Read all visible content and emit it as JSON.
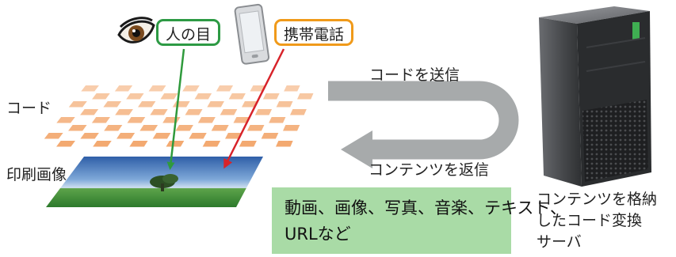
{
  "labels": {
    "human_eye": "人の目",
    "mobile_phone": "携帯電話",
    "send_code": "コードを送信",
    "code": "コード",
    "printed_image": "印刷画像",
    "return_content": "コンテンツを返信",
    "content_types": [
      "動画、画像、写真、音楽、テキスト、",
      "URLなど"
    ],
    "server_caption": [
      "コンテンツを格納",
      "したコード変換",
      "サーバ"
    ]
  },
  "colors": {
    "eye_tag_border": "#2d9a44",
    "phone_tag_border": "#f09a1a",
    "eye_arrow": "#2f9a3c",
    "phone_arrow": "#d8232a",
    "flow_arrow": "#a7aaab",
    "code_pattern": "#f2a468",
    "info_box": "#a9dba6",
    "server_body": "#4a4c4f"
  },
  "icons": {
    "eye": "eye-icon",
    "phone": "mobile-phone-icon",
    "server": "server-icon"
  }
}
